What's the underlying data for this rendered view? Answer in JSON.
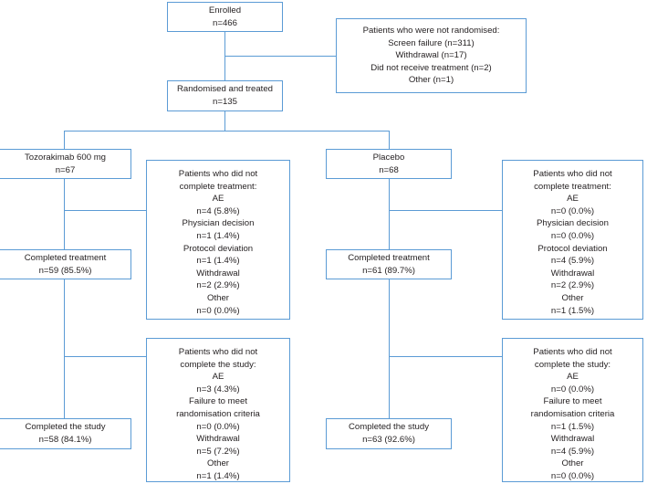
{
  "diagram": {
    "title": "CONSORT patient disposition flow diagram",
    "border_color": "#5b9bd5",
    "text_color": "#231f20",
    "background": "#ffffff"
  },
  "nodes": {
    "enrolled": {
      "l1": "Enrolled",
      "l2": "n=466"
    },
    "not_randomised": {
      "l1": "Patients who were not randomised:",
      "l2": "Screen failure (n=311)",
      "l3": "Withdrawal (n=17)",
      "l4": "Did not receive treatment (n=2)",
      "l5": "Other (n=1)"
    },
    "randomised": {
      "l1": "Randomised and treated",
      "l2": "n=135"
    },
    "arm_left": {
      "l1": "Tozorakimab 600 mg",
      "l2": "n=67"
    },
    "arm_right": {
      "l1": "Placebo",
      "l2": "n=68"
    },
    "completed_treatment_left": {
      "l1": "Completed treatment",
      "l2": "n=59 (85.5%)"
    },
    "completed_treatment_right": {
      "l1": "Completed treatment",
      "l2": "n=61 (89.7%)"
    },
    "completed_study_left": {
      "l1": "Completed the study",
      "l2": "n=58 (84.1%)"
    },
    "completed_study_right": {
      "l1": "Completed the study",
      "l2": "n=63 (92.6%)"
    },
    "not_complete_treatment_left": {
      "l1": "Patients who did not",
      "l2": "complete treatment:",
      "l3": "AE",
      "l4": "n=4 (5.8%)",
      "l5": "Physician decision",
      "l6": "n=1 (1.4%)",
      "l7": "Protocol deviation",
      "l8": "n=1 (1.4%)",
      "l9": "Withdrawal",
      "l10": "n=2 (2.9%)",
      "l11": "Other",
      "l12": "n=0 (0.0%)"
    },
    "not_complete_treatment_right": {
      "l1": "Patients who did not",
      "l2": "complete treatment:",
      "l3": "AE",
      "l4": "n=0 (0.0%)",
      "l5": "Physician decision",
      "l6": "n=0 (0.0%)",
      "l7": "Protocol deviation",
      "l8": "n=4 (5.9%)",
      "l9": "Withdrawal",
      "l10": "n=2 (2.9%)",
      "l11": "Other",
      "l12": "n=1 (1.5%)"
    },
    "not_complete_study_left": {
      "l1": "Patients who did not",
      "l2": "complete the study:",
      "l3": "AE",
      "l4": "n=3 (4.3%)",
      "l5": "Failure to meet",
      "l6": "randomisation criteria",
      "l7": "n=0 (0.0%)",
      "l8": "Withdrawal",
      "l9": "n=5 (7.2%)",
      "l10": "Other",
      "l11": "n=1 (1.4%)"
    },
    "not_complete_study_right": {
      "l1": "Patients who did not",
      "l2": "complete the study:",
      "l3": "AE",
      "l4": "n=0 (0.0%)",
      "l5": "Failure to meet",
      "l6": "randomisation criteria",
      "l7": "n=1 (1.5%)",
      "l8": "Withdrawal",
      "l9": "n=4 (5.9%)",
      "l10": "Other",
      "l11": "n=0 (0.0%)"
    }
  }
}
